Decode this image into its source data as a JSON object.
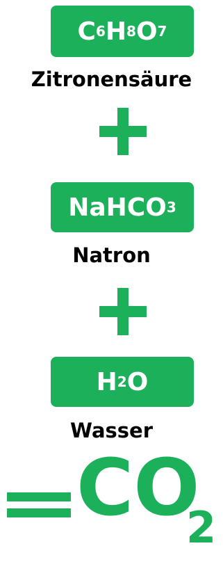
{
  "colors": {
    "green": "#1DB05A"
  },
  "items": [
    {
      "formula": {
        "base1": "C",
        "sub1": "6",
        "base2": "H",
        "sub2": "8",
        "base3": "O",
        "sub3": "7"
      },
      "label": "Zitronensäure"
    },
    {
      "formula": {
        "base1": "NaHCO",
        "sub1": "3"
      },
      "label": "Natron"
    },
    {
      "formula": {
        "base1": "H",
        "sub1": "2",
        "base2": "O"
      },
      "label": "Wasser"
    }
  ],
  "result": {
    "equals": "=",
    "formula": "CO",
    "subscript": "2"
  }
}
